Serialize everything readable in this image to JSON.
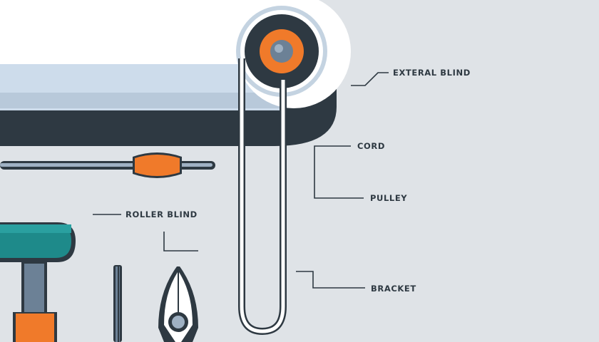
{
  "labels": {
    "external_blind": "EXTERAL BLIND",
    "cord": "CORD",
    "pulley": "PULLEY",
    "roller_blind": "ROLLER BLIND",
    "bracket": "BRACKET"
  },
  "colors": {
    "background": "#dfe3e7",
    "dark": "#2e3942",
    "orange": "#f07a2a",
    "teal": "#1e8a8a",
    "steel": "#6c8196",
    "light": "#cddceb",
    "white": "#ffffff"
  }
}
